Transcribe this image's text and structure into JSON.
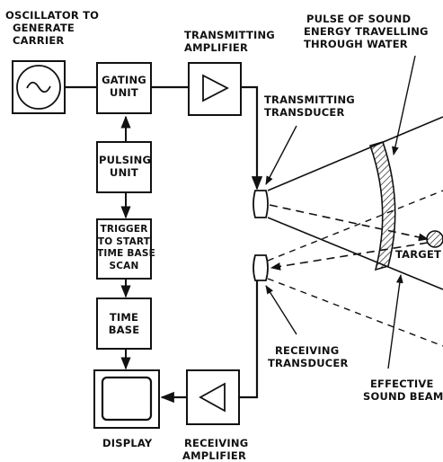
{
  "labels": {
    "oscillator": [
      "OSCILLATOR TO",
      "GENERATE",
      "CARRIER"
    ],
    "transmitting_amplifier": [
      "TRANSMITTING",
      "AMPLIFIER"
    ],
    "pulse": [
      "PULSE OF SOUND",
      "ENERGY TRAVELLING",
      "THROUGH WATER"
    ],
    "gating_unit": [
      "GATING",
      "UNIT"
    ],
    "transmitting_transducer": [
      "TRANSMITTING",
      "TRANSDUCER"
    ],
    "pulsing_unit": [
      "PULSING",
      "UNIT"
    ],
    "trigger": [
      "TRIGGER",
      "TO START",
      "TIME BASE",
      "SCAN"
    ],
    "target": "TARGET",
    "time_base": [
      "TIME",
      "BASE"
    ],
    "receiving_transducer": [
      "RECEIVING",
      "TRANSDUCER"
    ],
    "effective_beam": [
      "EFFECTIVE",
      "SOUND BEAM"
    ],
    "display": "DISPLAY",
    "receiving_amplifier": [
      "RECEIVING",
      "AMPLIFIER"
    ]
  },
  "colors": {
    "ink": "#111111",
    "background": "#ffffff"
  }
}
